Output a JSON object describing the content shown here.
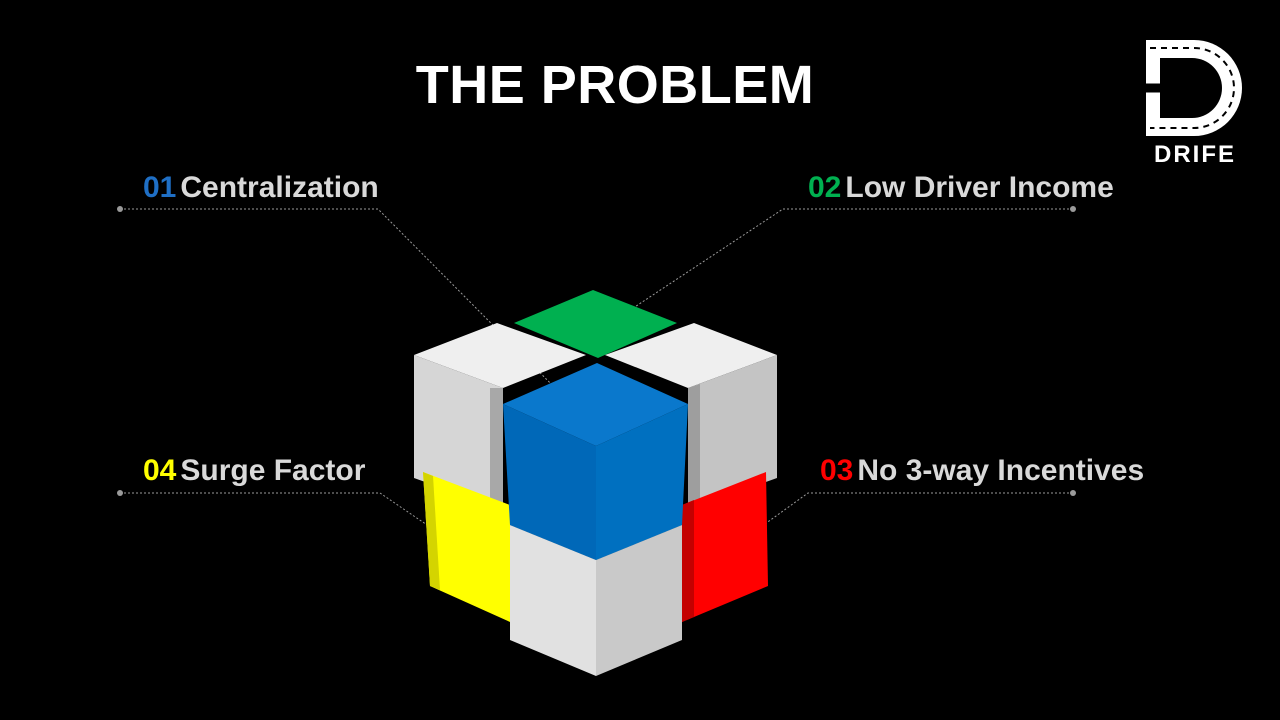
{
  "slide": {
    "title": "THE PROBLEM"
  },
  "logo": {
    "word": "DRIFE",
    "icon": "drife-road-d-logo"
  },
  "problems": [
    {
      "number": "01",
      "label": "Centralization",
      "color": "#1f6fc5"
    },
    {
      "number": "02",
      "label": "Low Driver Income",
      "color": "#00b050"
    },
    {
      "number": "03",
      "label": "No 3-way Incentives",
      "color": "#ff0000"
    },
    {
      "number": "04",
      "label": "Surge Factor",
      "color": "#ffff00"
    }
  ],
  "cube_colors": {
    "white_top": "#efefef",
    "white_left": "#d6d6d6",
    "white_right": "#bdbdbd",
    "blue": "#0070c0",
    "green": "#00b050",
    "red": "#ff0000",
    "yellow": "#ffff00"
  }
}
